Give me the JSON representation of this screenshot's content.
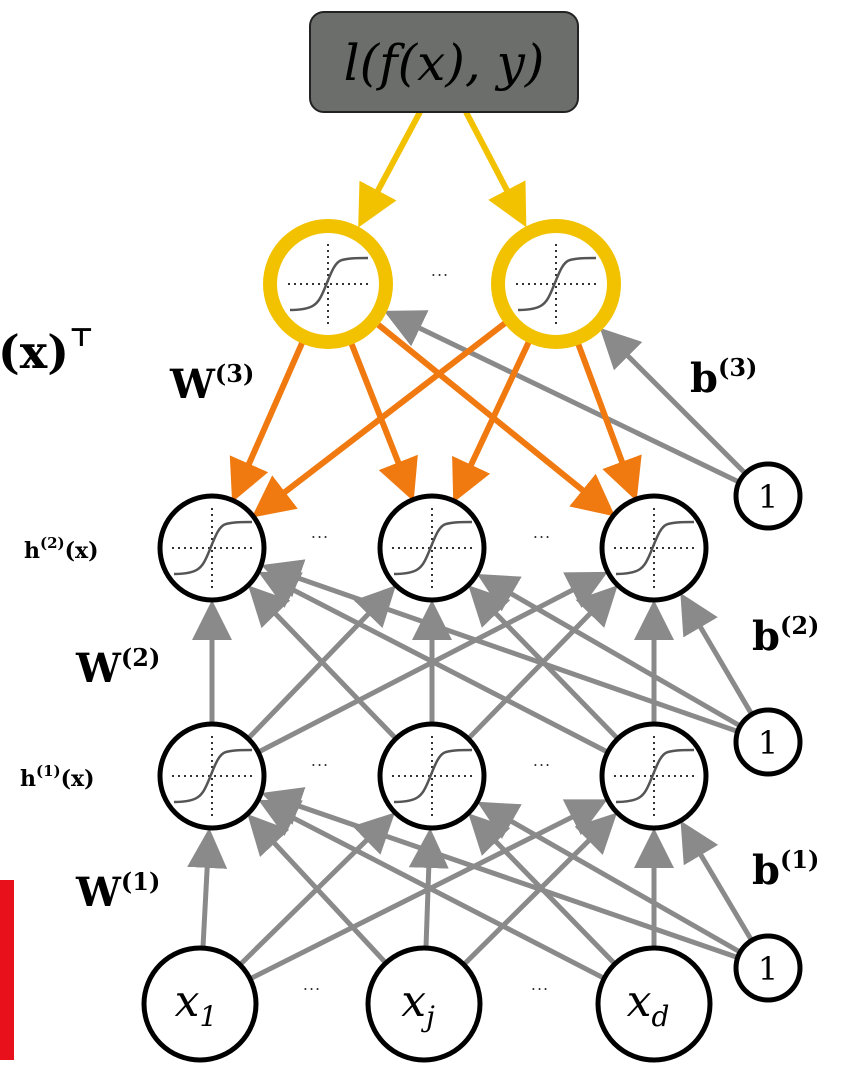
{
  "loss_box": {
    "label": "l(f(x), y)"
  },
  "output_layer": {
    "dots": "..."
  },
  "hidden2": {
    "label": "h",
    "sup": "(2)",
    "arg": "(x)",
    "dots": [
      "...",
      "..."
    ]
  },
  "hidden1": {
    "label": "h",
    "sup": "(1)",
    "arg": "(x)",
    "dots": [
      "...",
      "..."
    ]
  },
  "inputs": {
    "x1": "x",
    "x1_sub": "1",
    "xj": "x",
    "xj_sub": "j",
    "xd": "x",
    "xd_sub": "d",
    "dots": [
      "...",
      "..."
    ]
  },
  "bias_nodes": [
    "1",
    "1",
    "1"
  ],
  "weights": {
    "W3": {
      "base": "W",
      "sup": "(3)"
    },
    "W2": {
      "base": "W",
      "sup": "(2)"
    },
    "W1": {
      "base": "W",
      "sup": "(1)"
    }
  },
  "biases": {
    "b3": {
      "base": "b",
      "sup": "(3)"
    },
    "b2": {
      "base": "b",
      "sup": "(2)"
    },
    "b1": {
      "base": "b",
      "sup": "(1)"
    }
  },
  "cropped_left_text": {
    "text": "(x)",
    "sup": "⊤"
  },
  "colors": {
    "loss_fill": "#6b6e6b",
    "yellow": "#f2c200",
    "orange": "#f07a10",
    "gray_arrow": "#8a8a8a",
    "red_bar": "#e8111b",
    "bias_text": "#3a5a4a"
  }
}
